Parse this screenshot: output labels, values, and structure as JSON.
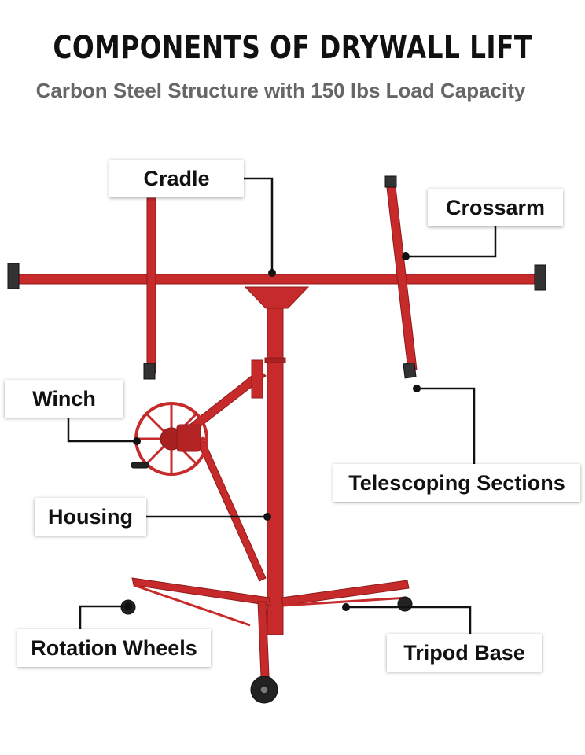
{
  "title": "COMPONENTS OF DRYWALL LIFT",
  "subtitle": "Carbon Steel Structure with 150 lbs Load Capacity",
  "labels": {
    "cradle": "Cradle",
    "crossarm": "Crossarm",
    "winch": "Winch",
    "telescoping": "Telescoping Sections",
    "housing": "Housing",
    "rotation_wheels": "Rotation Wheels",
    "tripod_base": "Tripod Base"
  },
  "colors": {
    "frame_red": "#c62a2a",
    "frame_dark": "#8e1a1a",
    "leader_line": "#111111"
  }
}
